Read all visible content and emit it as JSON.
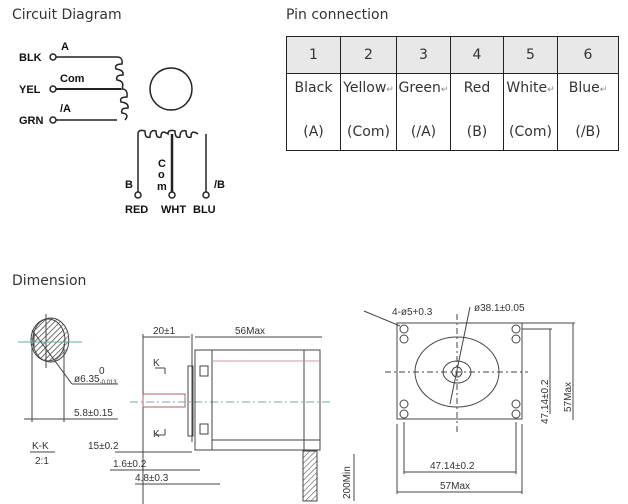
{
  "circuit": {
    "title": "Circuit Diagram",
    "coil_a": {
      "wires": [
        {
          "color": "BLK",
          "signal": "A"
        },
        {
          "color": "YEL",
          "signal": "Com"
        },
        {
          "color": "GRN",
          "signal": "/A"
        }
      ]
    },
    "coil_b": {
      "wires": [
        {
          "color": "RED",
          "signal": "B"
        },
        {
          "color": "WHT",
          "signal": "Com"
        },
        {
          "color": "BLU",
          "signal": "/B"
        }
      ],
      "com_letters": [
        "C",
        "o",
        "m"
      ]
    }
  },
  "pins": {
    "title": "Pin connection",
    "columns": [
      "1",
      "2",
      "3",
      "4",
      "5",
      "6"
    ],
    "colors": [
      "Black",
      "Yellow",
      "Green",
      "Red",
      "White",
      "Blue"
    ],
    "signals": [
      "(A)",
      "(Com)",
      "(/A)",
      "(B)",
      "(Com)",
      "(/B)"
    ],
    "return_mark": "↵"
  },
  "dimension": {
    "title": "Dimension",
    "section": {
      "diameter": "ø6.35",
      "tol_upper": "0",
      "tol_lower": "-0.013",
      "flat": "5.8±0.15",
      "label": "K-K",
      "scale": "2:1"
    },
    "side": {
      "shaft_len": "20±1",
      "body_len": "56Max",
      "flat_len": "15±0.2",
      "boss_len": "1.6±0.2",
      "flange": "4.8±0.3",
      "lead_len": "200Min",
      "section_mark": "K"
    },
    "front": {
      "holes": "4-ø5+0.3",
      "pilot": "ø38.1±0.05",
      "hole_spacing_v": "47.14±0.2",
      "size_v": "57Max",
      "hole_spacing_h": "47.14±0.2",
      "size_h": "57Max"
    }
  }
}
